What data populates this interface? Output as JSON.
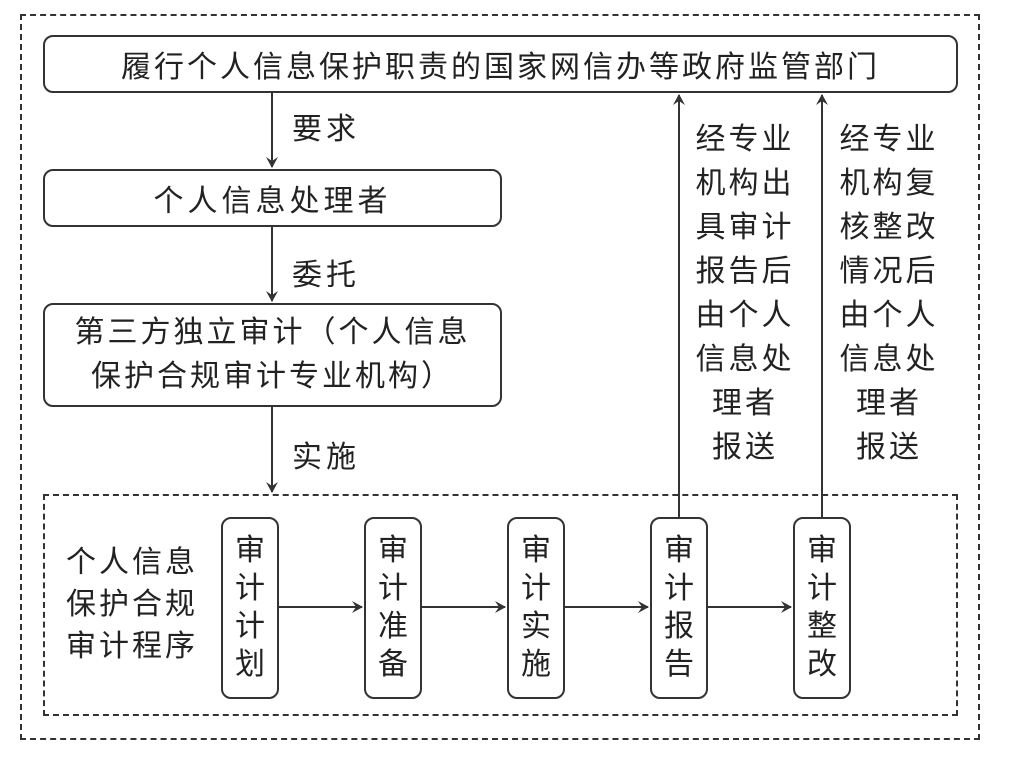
{
  "top_box": "履行个人信息保护职责的国家网信办等政府监管部门",
  "processor_box": "个人信息处理者",
  "third_party_box": {
    "line1": "第三方独立审计（个人信息",
    "line2": "保护合规审计专业机构）"
  },
  "arrow_labels": {
    "require": "要求",
    "entrust": "委托",
    "implement": "实施"
  },
  "audit_procedure_label": [
    "个人信息",
    "保护合规",
    "审计程序"
  ],
  "steps": [
    [
      "审",
      "计",
      "计",
      "划"
    ],
    [
      "审",
      "计",
      "准",
      "备"
    ],
    [
      "审",
      "计",
      "实",
      "施"
    ],
    [
      "审",
      "计",
      "报",
      "告"
    ],
    [
      "审",
      "计",
      "整",
      "改"
    ]
  ],
  "report_note_1": [
    "经专业",
    "机构出",
    "具审计",
    "报告后",
    "由个人",
    "信息处",
    "理者",
    "报送"
  ],
  "report_note_2": [
    "经专业",
    "机构复",
    "核整改",
    "情况后",
    "由个人",
    "信息处",
    "理者",
    "报送"
  ]
}
